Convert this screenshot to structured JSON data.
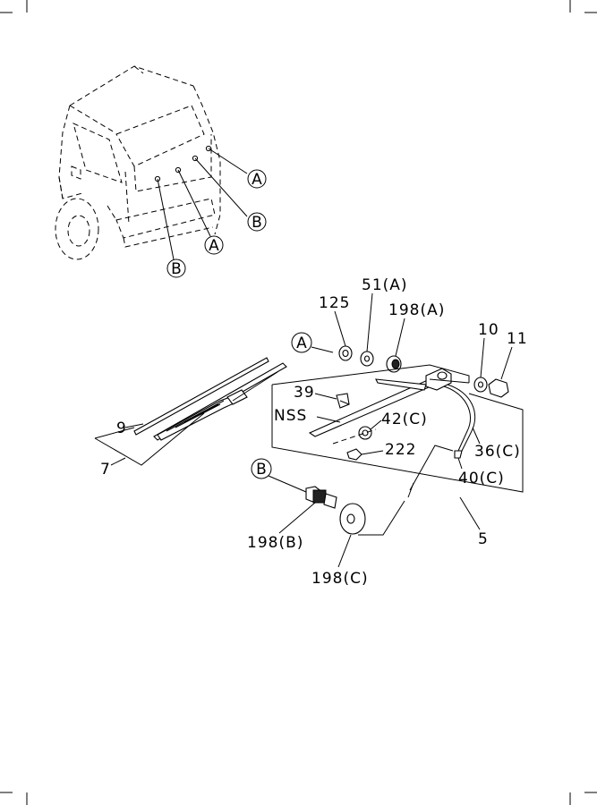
{
  "callouts": {
    "view_A_upper": "A",
    "view_B_upper": "B",
    "view_A_lower": "A",
    "view_B_lower": "B",
    "detail_A": "A",
    "detail_B": "B"
  },
  "parts": {
    "p125": "125",
    "p51A": "51(A)",
    "p198A": "198(A)",
    "p10": "10",
    "p11": "11",
    "p39": "39",
    "nss": "NSS",
    "p42C": "42(C)",
    "p222": "222",
    "p36C": "36(C)",
    "p40C": "40(C)",
    "p5": "5",
    "p9": "9",
    "p7": "7",
    "p198B": "198(B)",
    "p198C": "198(C)"
  }
}
